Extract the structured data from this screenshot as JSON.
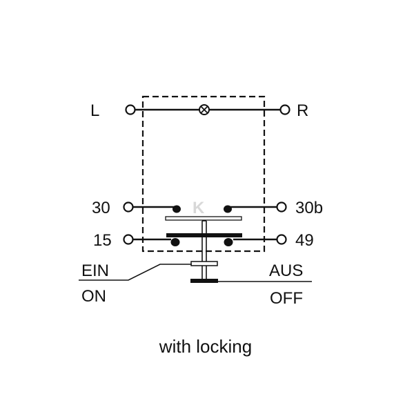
{
  "terminals": {
    "left_top": "L",
    "right_top": "R",
    "left_mid": "30",
    "right_mid": "30b",
    "left_bottom": "15",
    "right_bottom": "49"
  },
  "switch_positions": {
    "on_de": "EIN",
    "on_en": "ON",
    "off_de": "AUS",
    "off_en": "OFF"
  },
  "caption": "with locking",
  "colors": {
    "line": "#111111",
    "background": "#ffffff",
    "watermark": "#d8d8d8"
  }
}
